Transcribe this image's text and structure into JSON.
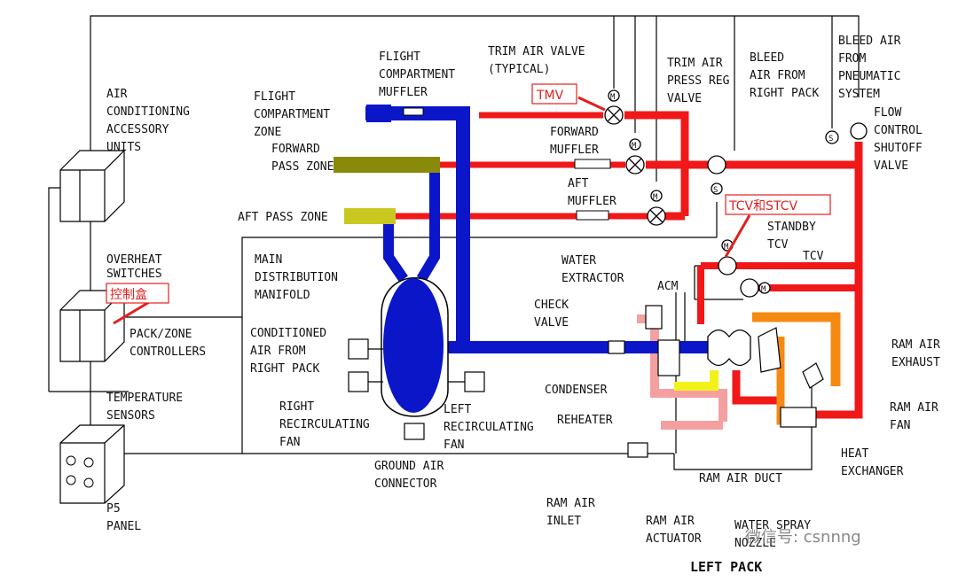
{
  "labels": {
    "ac_accessory": [
      "AIR",
      "CONDITIONING",
      "ACCESSORY",
      "UNITS"
    ],
    "overheat": [
      "OVERHEAT",
      "SWITCHES"
    ],
    "control_box": "控制盒",
    "pack_zone": [
      "PACK/ZONE",
      "CONTROLLERS"
    ],
    "temp_sensors": [
      "TEMPERATURE",
      "SENSORS"
    ],
    "p5_panel": [
      "P5",
      "PANEL"
    ],
    "flight_comp_zone": [
      "FLIGHT",
      "COMPARTMENT",
      "ZONE"
    ],
    "fwd_pass_zone": [
      "FORWARD",
      "PASS ZONE"
    ],
    "aft_pass_zone": "AFT PASS ZONE",
    "flight_comp_muffler": [
      "FLIGHT",
      "COMPARTMENT",
      "MUFFLER"
    ],
    "trim_air_valve": [
      "TRIM AIR VALVE",
      "(TYPICAL)"
    ],
    "tmv": "TMV",
    "fwd_muffler": [
      "FORWARD",
      "MUFFLER"
    ],
    "aft_muffler": [
      "AFT",
      "MUFFLER"
    ],
    "trim_press_reg": [
      "TRIM AIR",
      "PRESS REG",
      "VALVE"
    ],
    "bleed_right_pack": [
      "BLEED",
      "AIR FROM",
      "RIGHT PACK"
    ],
    "bleed_pneumatic": [
      "BLEED AIR",
      "FROM",
      "PNEUMATIC",
      "SYSTEM"
    ],
    "flow_control": [
      "FLOW",
      "CONTROL",
      "SHUTOFF",
      "VALVE"
    ],
    "tcv_stcv": "TCV和STCV",
    "standby_tcv": [
      "STANDBY",
      "TCV"
    ],
    "tcv": "TCV",
    "main_manifold": [
      "MAIN",
      "DISTRIBUTION",
      "MANIFOLD"
    ],
    "cond_air": [
      "CONDITIONED",
      "AIR FROM",
      "RIGHT PACK"
    ],
    "right_recirc": [
      "RIGHT",
      "RECIRCULATING",
      "FAN"
    ],
    "left_recirc": [
      "LEFT",
      "RECIRCULATING",
      "FAN"
    ],
    "ground_air": [
      "GROUND AIR",
      "CONNECTOR"
    ],
    "water_extractor": [
      "WATER",
      "EXTRACTOR"
    ],
    "check_valve": [
      "CHECK",
      "VALVE"
    ],
    "acm": "ACM",
    "condenser": "CONDENSER",
    "reheater": "REHEATER",
    "ram_exhaust": [
      "RAM AIR",
      "EXHAUST"
    ],
    "ram_fan": [
      "RAM AIR",
      "FAN"
    ],
    "heat_exchanger": [
      "HEAT",
      "EXCHANGER"
    ],
    "ram_duct": "RAM AIR DUCT",
    "ram_inlet": [
      "RAM AIR",
      "INLET"
    ],
    "ram_actuator": [
      "RAM AIR",
      "ACTUATOR"
    ],
    "water_spray": [
      "WATER SPRAY",
      "NOZZLE"
    ],
    "left_pack": "LEFT PACK",
    "watermark": "微信号: csnnng"
  },
  "colors": {
    "blue": "#0a16c8",
    "red": "#f01818",
    "orange": "#f58a12",
    "pink": "#f4a0a0",
    "yellow": "#f2f21a",
    "olive": "#8a8a0a",
    "khaki": "#c8c820",
    "annotation": "#e41e1e"
  }
}
